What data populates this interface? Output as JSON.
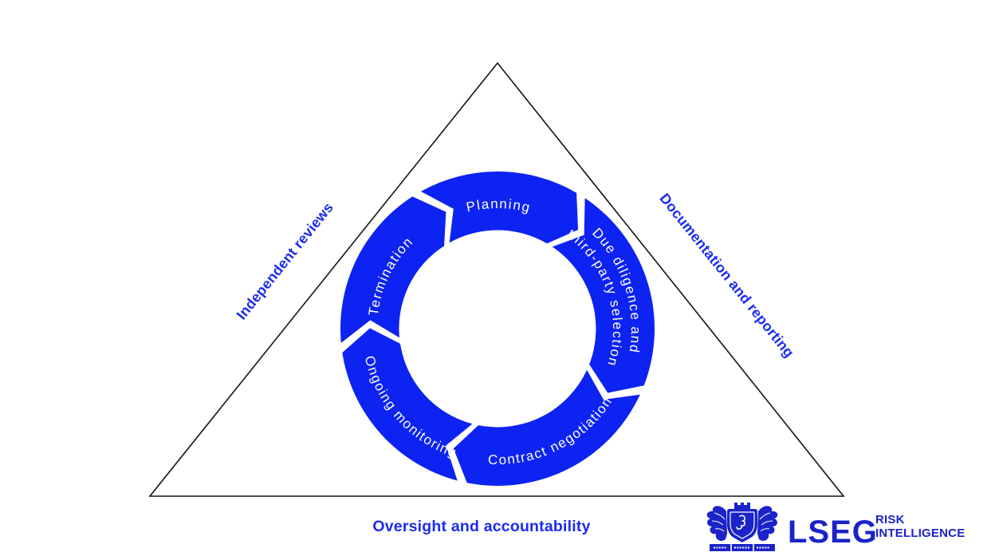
{
  "diagram": {
    "title_labels": {
      "left": "Independent reviews",
      "right": "Documentation and reporting",
      "bottom": "Oversight and accountability"
    },
    "ring": {
      "direction": "clockwise",
      "segments": [
        {
          "id": "planning",
          "lines": [
            "Planning"
          ],
          "from": 329,
          "to": 392,
          "text_style": "top",
          "text_radii": [
            151
          ]
        },
        {
          "id": "due-diligence",
          "lines": [
            "Due diligence and",
            "third-party selection"
          ],
          "from": 32,
          "to": 113,
          "text_style": "top",
          "text_radii": [
            168,
            145
          ]
        },
        {
          "id": "contract-negotiation",
          "lines": [
            "Contract negotiation"
          ],
          "from": 113,
          "to": 193,
          "text_style": "bottom",
          "text_radii": [
            170
          ]
        },
        {
          "id": "ongoing-monitoring",
          "lines": [
            "Ongoing monitoring"
          ],
          "from": 193,
          "to": 263,
          "text_style": "bottom",
          "text_radii": [
            170
          ]
        },
        {
          "id": "termination",
          "lines": [
            "Termination"
          ],
          "from": 263,
          "to": 329,
          "text_style": "top",
          "text_radii": [
            151
          ]
        }
      ]
    },
    "colors": {
      "ring_blue": "#0d23f2",
      "label_blue": "#1b2cf0",
      "logo_blue": "#1b23c9",
      "triangle_stroke": "#141414",
      "segment_text": "#ffffff"
    }
  },
  "logo": {
    "brand": "LSEG",
    "product_line1": "RISK",
    "product_line2": "INTELLIGENCE"
  }
}
